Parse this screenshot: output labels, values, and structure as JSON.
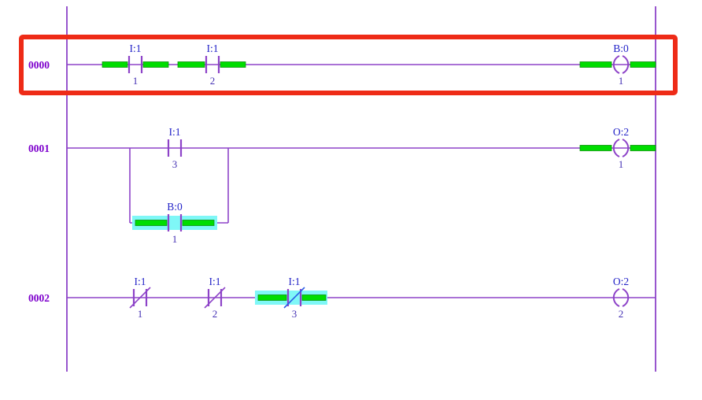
{
  "diagram": {
    "kind": "plc-ladder-logic",
    "colors": {
      "background": "#ffffff",
      "rail": "#8d43c8",
      "wire": "#8d43c8",
      "energized": "#00dd00",
      "energized_edge": "#0a8a0a",
      "energized_slash": "#2b5ce6",
      "highlight_cyan": "#7ff7f7",
      "selection_red": "#ee2b17",
      "rung_number": "#7d00cc",
      "address_label": "#2323c8",
      "bit_label": "#4431b4"
    },
    "rungs": [
      {
        "number": "0000",
        "highlighted_with_red_box": true,
        "instructions": [
          {
            "type": "XIC",
            "symbol": "normally-open-contact",
            "label": "I:1",
            "bit": "1",
            "state": "energized"
          },
          {
            "type": "XIC",
            "symbol": "normally-open-contact",
            "label": "I:1",
            "bit": "2",
            "state": "energized"
          },
          {
            "type": "OTE",
            "symbol": "output-coil",
            "label": "B:0",
            "bit": "1",
            "state": "energized"
          }
        ]
      },
      {
        "number": "0001",
        "highlighted_with_red_box": false,
        "instructions": [
          {
            "type": "XIC",
            "symbol": "normally-open-contact",
            "label": "I:1",
            "bit": "3",
            "state": "off"
          },
          {
            "type": "XIC",
            "symbol": "normally-open-contact",
            "label": "B:0",
            "bit": "1",
            "state": "energized",
            "on_branch": true
          },
          {
            "type": "OTE",
            "symbol": "output-coil",
            "label": "O:2",
            "bit": "1",
            "state": "energized"
          }
        ]
      },
      {
        "number": "0002",
        "highlighted_with_red_box": false,
        "instructions": [
          {
            "type": "XIO",
            "symbol": "normally-closed-contact",
            "label": "I:1",
            "bit": "1",
            "state": "off"
          },
          {
            "type": "XIO",
            "symbol": "normally-closed-contact",
            "label": "I:1",
            "bit": "2",
            "state": "off"
          },
          {
            "type": "XIO",
            "symbol": "normally-closed-contact",
            "label": "I:1",
            "bit": "3",
            "state": "energized"
          },
          {
            "type": "OTE",
            "symbol": "output-coil",
            "label": "O:2",
            "bit": "2",
            "state": "off"
          }
        ]
      }
    ]
  }
}
